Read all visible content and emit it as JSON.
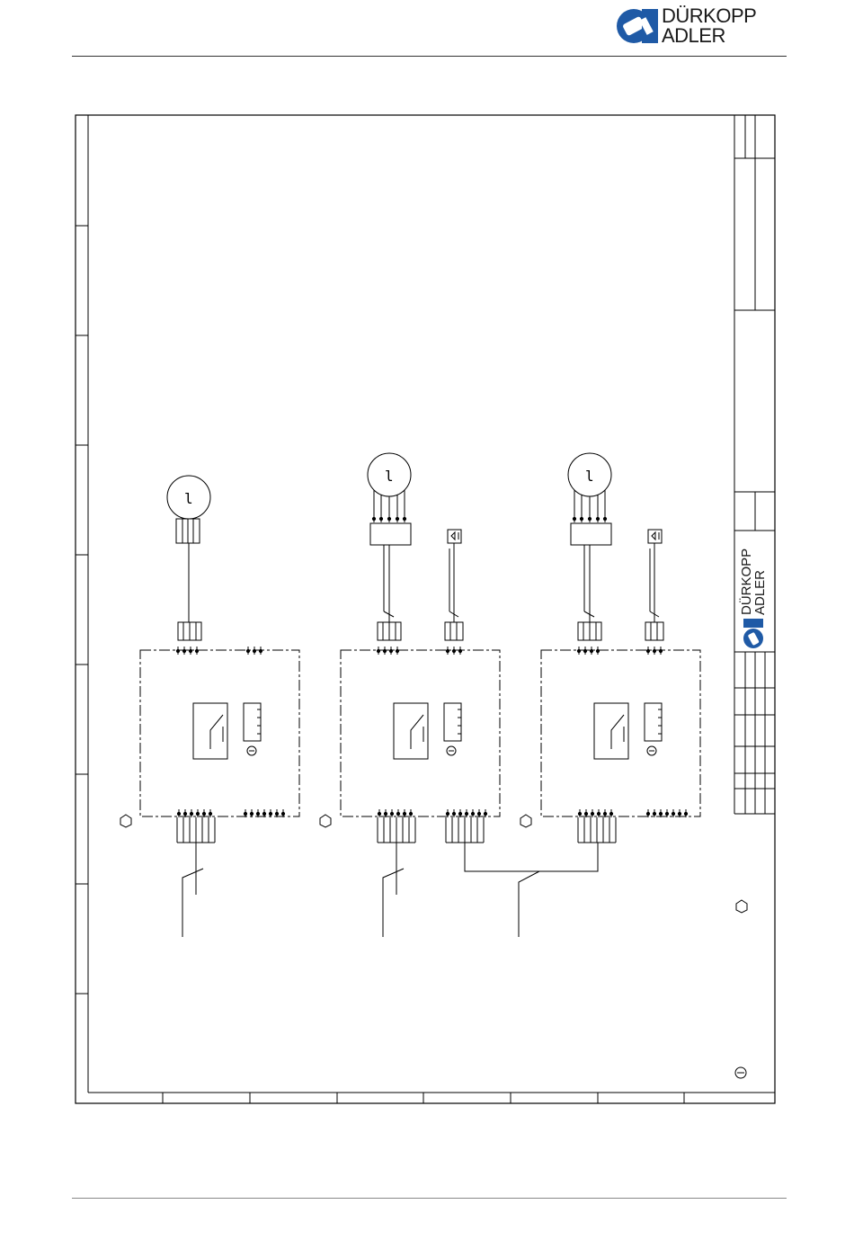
{
  "brand": {
    "name_line1": "DÜRKOPP",
    "name_line2": "ADLER",
    "mark_color": "#1f5aa6",
    "text_color": "#1a1a1a"
  },
  "sheet": {
    "logo_line1": "DÜRKOPP",
    "logo_line2": "ADLER",
    "motor_symbol": "l",
    "line_color": "#000000",
    "border_color": "#000000",
    "dashed_box_color": "#000000"
  }
}
